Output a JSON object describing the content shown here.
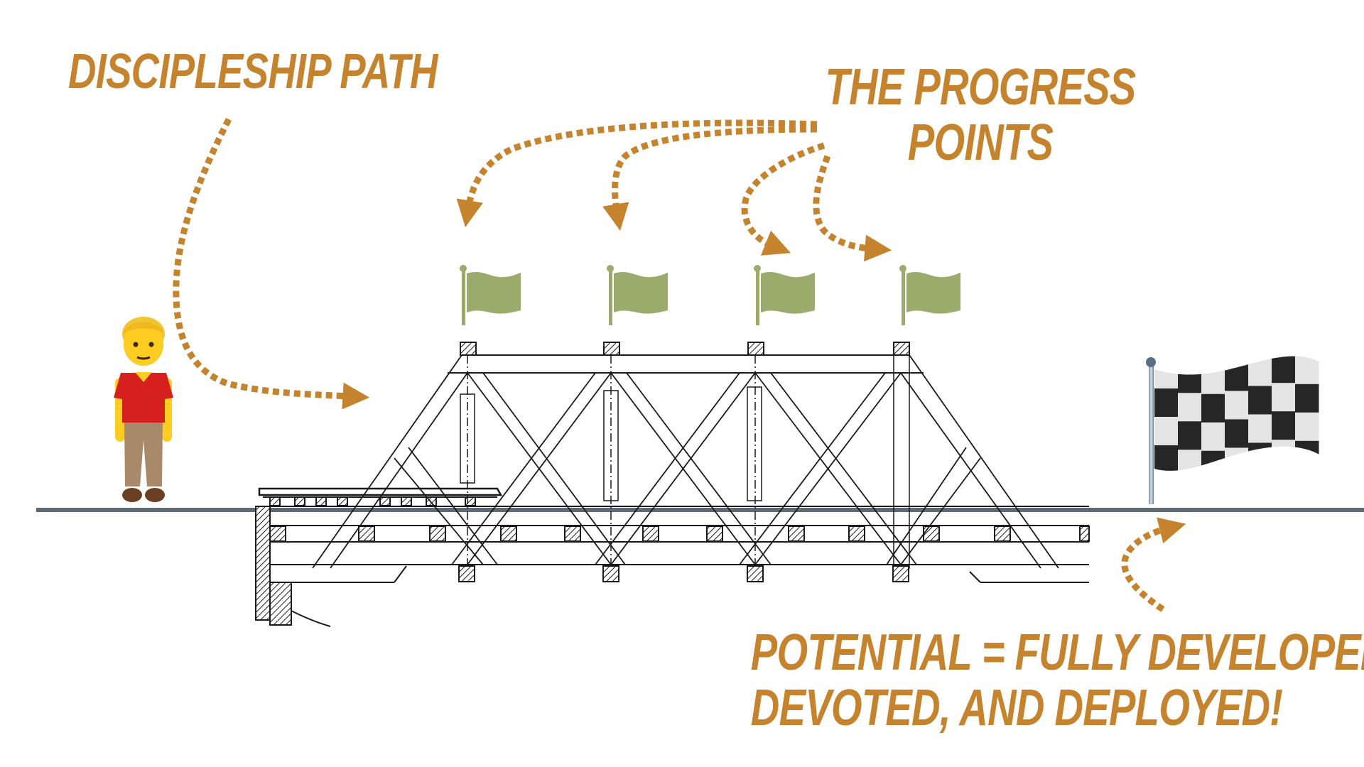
{
  "labels": {
    "path": "DISCIPLESHIP PATH",
    "progress_line1": "THE PROGRESS",
    "progress_line2": "POINTS",
    "potential_line1": "POTENTIAL = FULLY DEVELOPED,",
    "potential_line2": "DEVOTED, AND DEPLOYED!"
  },
  "elements": {
    "person": "person-standing-emoji",
    "bridge": "truss-bridge-drawing",
    "progress_flags_count": 4,
    "finish": "checkered-finish-flag"
  },
  "colors": {
    "accent": "#c4832c",
    "flag_green": "#9aab6c",
    "ground": "#5f6b72",
    "bridge_ink": "#1a1a1a"
  }
}
